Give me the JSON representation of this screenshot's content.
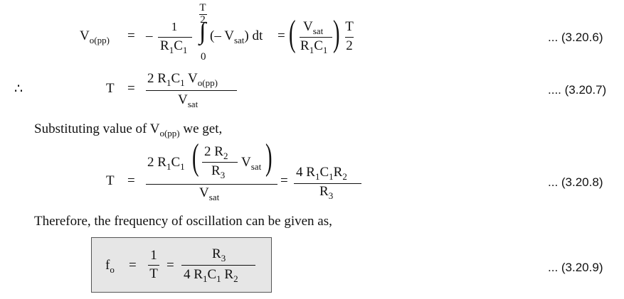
{
  "equation_3_20_6": {
    "lhs_sym": "V",
    "lhs_sub": "o(pp)",
    "eq": "=",
    "minus": "–",
    "numerator_one": "1",
    "den_r": "R",
    "den_r_sub": "1",
    "den_c": "C",
    "den_c_sub": "1",
    "upper_T": "T",
    "upper_2": "2",
    "integral": "∫",
    "lower": "0",
    "integrand_open": "(– V",
    "integrand_sub": "sat",
    "integrand_close": ") dt",
    "eq2": "=",
    "frac_v": "V",
    "frac_v_sub": "sat",
    "frac_r": "R",
    "frac_r_sub": "1",
    "frac_c": "C",
    "frac_c_sub": "1",
    "t_top": "T",
    "t_bottom": "2",
    "label": "... (3.20.6)"
  },
  "equation_3_20_7": {
    "therefore": "∴",
    "lhs": "T",
    "eq": "=",
    "num_2": "2 R",
    "num_r_sub": "1",
    "num_c": "C",
    "num_c_sub": "1",
    "num_v": " V",
    "num_v_sub": "o(pp)",
    "den_v": "V",
    "den_v_sub": "sat",
    "label": ".... (3.20.7)"
  },
  "text_substituting": {
    "before": "Substituting value of V",
    "sub": "o(pp)",
    "after": " we get,"
  },
  "equation_3_20_8": {
    "lhs": "T",
    "eq": "=",
    "num_2": "2 R",
    "num_r_sub": "1",
    "num_c": "C",
    "num_c_sub": "1",
    "inner_num": "2 R",
    "inner_num_sub": "2",
    "inner_den": "R",
    "inner_den_sub": "3",
    "inner_v": "V",
    "inner_v_sub": "sat",
    "den_v": "V",
    "den_v_sub": "sat",
    "eq2": "=",
    "rhs_num": "4 R",
    "rhs_num_r_sub": "1",
    "rhs_num_c": "C",
    "rhs_num_c_sub": "1",
    "rhs_num_r2": "R",
    "rhs_num_r2_sub": "2",
    "rhs_den": "R",
    "rhs_den_sub": "3",
    "label": "... (3.20.8)"
  },
  "text_therefore": "Therefore, the frequency of oscillation can be given as,",
  "equation_3_20_9": {
    "lhs": "f",
    "lhs_sub": "o",
    "eq": "=",
    "one": "1",
    "t": "T",
    "eq2": "=",
    "num": "R",
    "num_sub": "3",
    "den_4": "4 R",
    "den_r_sub": "1",
    "den_c": "C",
    "den_c_sub": "1",
    "den_r2": " R",
    "den_r2_sub": "2",
    "label": "... (3.20.9)"
  }
}
